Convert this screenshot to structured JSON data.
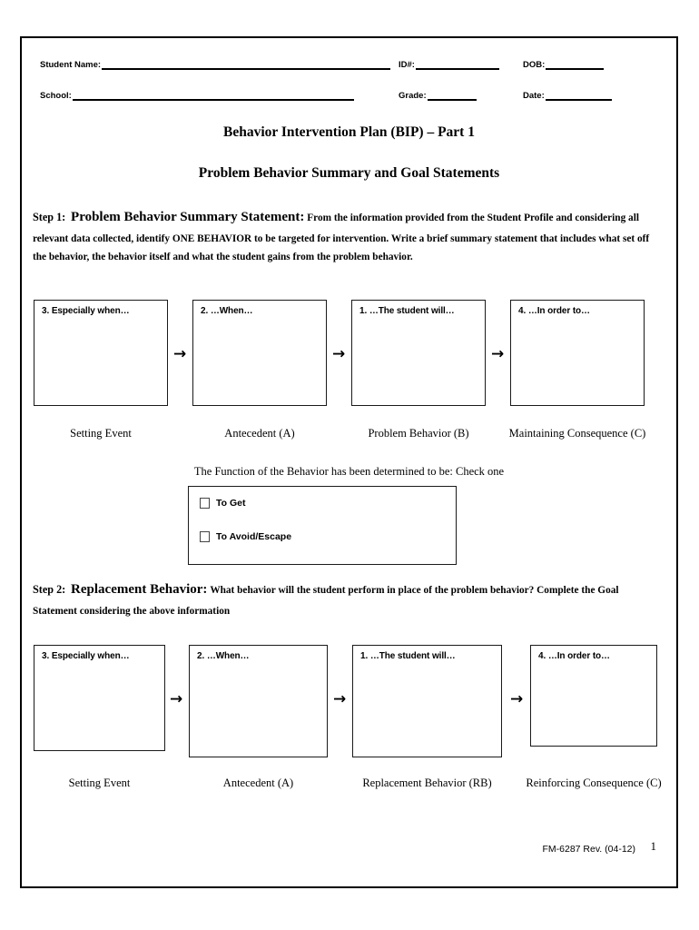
{
  "document": {
    "title_line_1": "Behavior Intervention Plan (BIP) – Part 1",
    "title_line_2": "Problem Behavior Summary and Goal Statements"
  },
  "header_fields": {
    "student_name_label": "Student Name:",
    "student_name_value": "",
    "id_label": "ID#:",
    "id_value": "",
    "dob_label": "DOB:",
    "dob_value": "",
    "school_label": "School:",
    "school_value": "",
    "grade_label": "Grade:",
    "grade_value": "",
    "date_label": "Date:",
    "date_value": ""
  },
  "step1": {
    "label": "Step 1:",
    "heading": "Problem Behavior Summary Statement:",
    "body": "From the information provided from the Student Profile and considering all relevant data collected, identify ONE BEHAVIOR to be targeted for intervention.  Write a brief summary statement that includes what set off the behavior, the behavior itself and what the student gains from the problem behavior."
  },
  "step2": {
    "label": "Step 2:",
    "heading": "Replacement Behavior:",
    "body": "What behavior will the student perform in place of the problem behavior?  Complete the Goal Statement considering the above information"
  },
  "flow_row_1": {
    "arrow": "→",
    "boxes": [
      {
        "prompt": "3. Especially when…",
        "caption": "Setting Event",
        "value": ""
      },
      {
        "prompt": "2. …When…",
        "caption": "Antecedent (A)",
        "value": ""
      },
      {
        "prompt": "1. …The student will…",
        "caption": "Problem Behavior (B)",
        "value": ""
      },
      {
        "prompt": "4. …In order to…",
        "caption": "Maintaining Consequence (C)",
        "value": ""
      }
    ]
  },
  "flow_row_2": {
    "arrow": "→",
    "boxes": [
      {
        "prompt": "3. Especially when…",
        "caption": "Setting Event",
        "value": ""
      },
      {
        "prompt": "2. …When…",
        "caption": "Antecedent (A)",
        "value": ""
      },
      {
        "prompt": "1. …The student will…",
        "caption": "Replacement Behavior (RB)",
        "value": ""
      },
      {
        "prompt": "4. …In order to…",
        "caption": "Reinforcing Consequence (C)",
        "value": ""
      }
    ]
  },
  "function_section": {
    "prompt": "The Function of the Behavior has been determined to be: Check one",
    "options": [
      {
        "label": "To Get",
        "checked": false
      },
      {
        "label": "To Avoid/Escape",
        "checked": false
      }
    ]
  },
  "footer": {
    "form_number": "FM-6287 Rev. (04-12)",
    "page_number": "1"
  }
}
